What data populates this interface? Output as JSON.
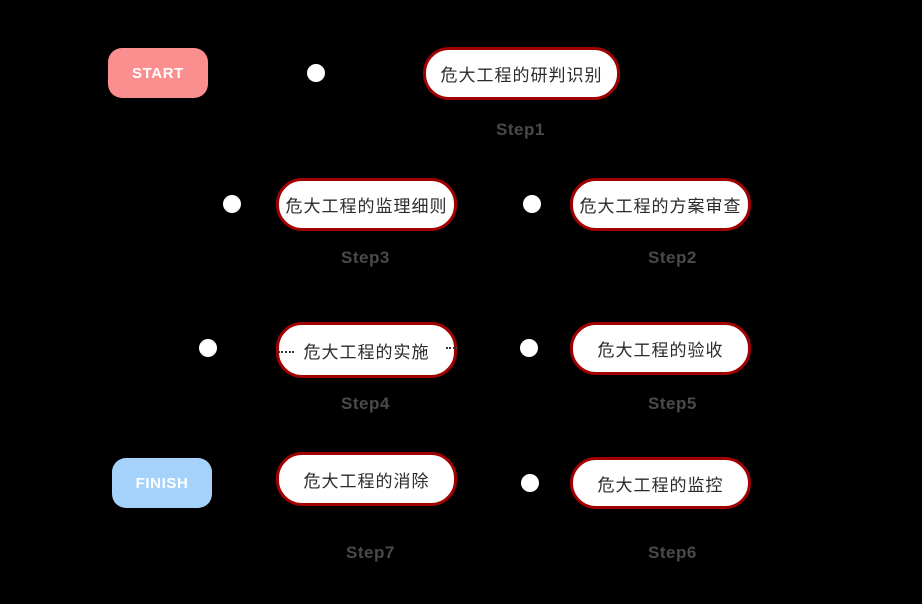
{
  "diagram": {
    "background_color": "#000000",
    "box_border_color": "#a10000",
    "box_fill_color": "#ffffff",
    "caption_color": "#4a4a4a",
    "node_dot_color": "#ffffff"
  },
  "terminals": {
    "start": {
      "label": "START",
      "color": "#fb8e8e"
    },
    "finish": {
      "label": "FINISH",
      "color": "#a5d2fa"
    }
  },
  "steps": [
    {
      "id": "step1",
      "text": "危大工程的研判识别",
      "caption": "Step1"
    },
    {
      "id": "step2",
      "text": "危大工程的方案审查",
      "caption": "Step2"
    },
    {
      "id": "step3",
      "text": "危大工程的监理细则",
      "caption": "Step3"
    },
    {
      "id": "step4",
      "text": "危大工程的实施",
      "caption": "Step4"
    },
    {
      "id": "step5",
      "text": "危大工程的验收",
      "caption": "Step5"
    },
    {
      "id": "step6",
      "text": "危大工程的监控",
      "caption": "Step6"
    },
    {
      "id": "step7",
      "text": "危大工程的消除",
      "caption": "Step7"
    }
  ]
}
